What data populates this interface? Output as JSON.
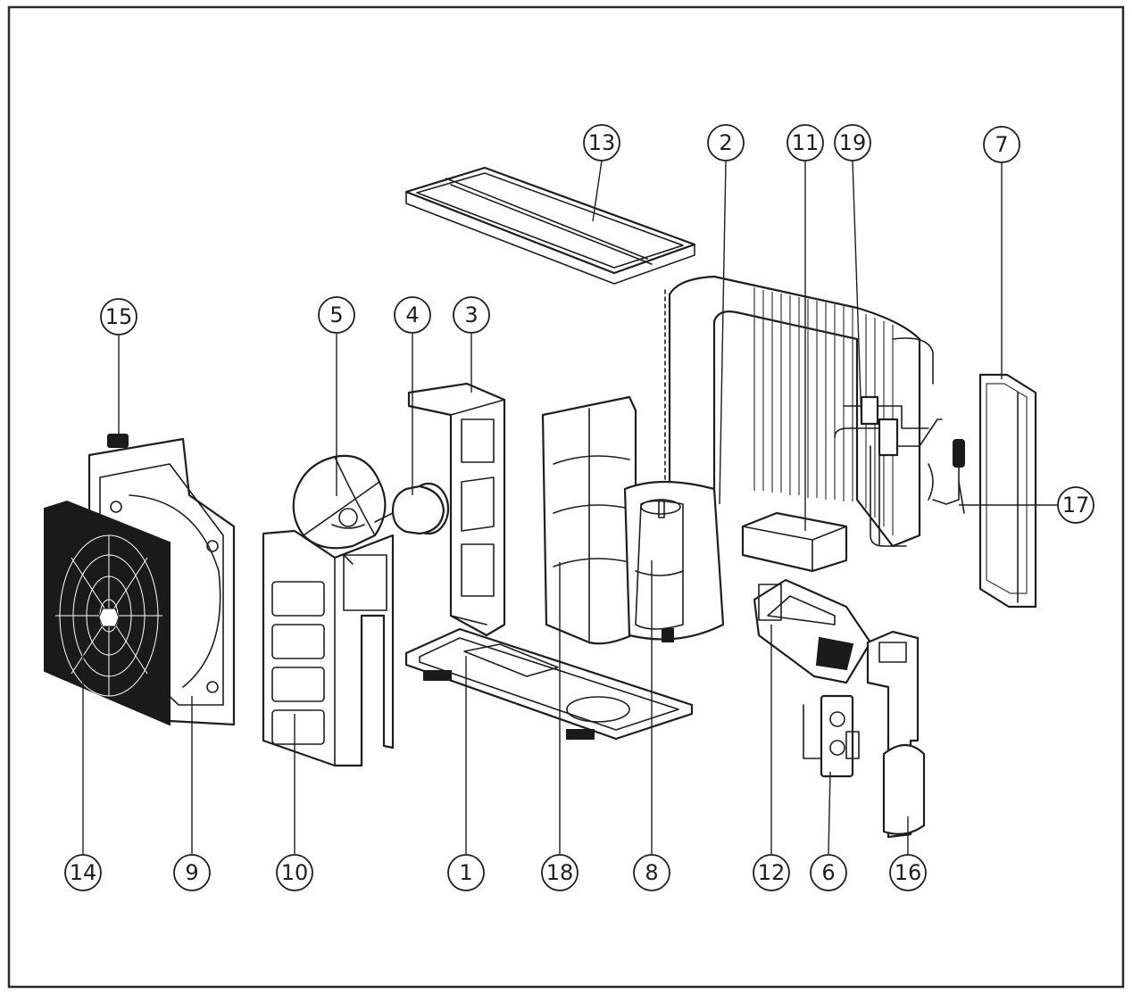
{
  "callouts": [
    {
      "id": "c13",
      "label": "13"
    },
    {
      "id": "c2",
      "label": "2"
    },
    {
      "id": "c11",
      "label": "11"
    },
    {
      "id": "c19",
      "label": "19"
    },
    {
      "id": "c7",
      "label": "7"
    },
    {
      "id": "c15",
      "label": "15"
    },
    {
      "id": "c5",
      "label": "5"
    },
    {
      "id": "c4",
      "label": "4"
    },
    {
      "id": "c3",
      "label": "3"
    },
    {
      "id": "c17",
      "label": "17"
    },
    {
      "id": "c14",
      "label": "14"
    },
    {
      "id": "c9",
      "label": "9"
    },
    {
      "id": "c10",
      "label": "10"
    },
    {
      "id": "c1",
      "label": "1"
    },
    {
      "id": "c18",
      "label": "18"
    },
    {
      "id": "c8",
      "label": "8"
    },
    {
      "id": "c12",
      "label": "12"
    },
    {
      "id": "c6",
      "label": "6"
    },
    {
      "id": "c16",
      "label": "16"
    }
  ]
}
